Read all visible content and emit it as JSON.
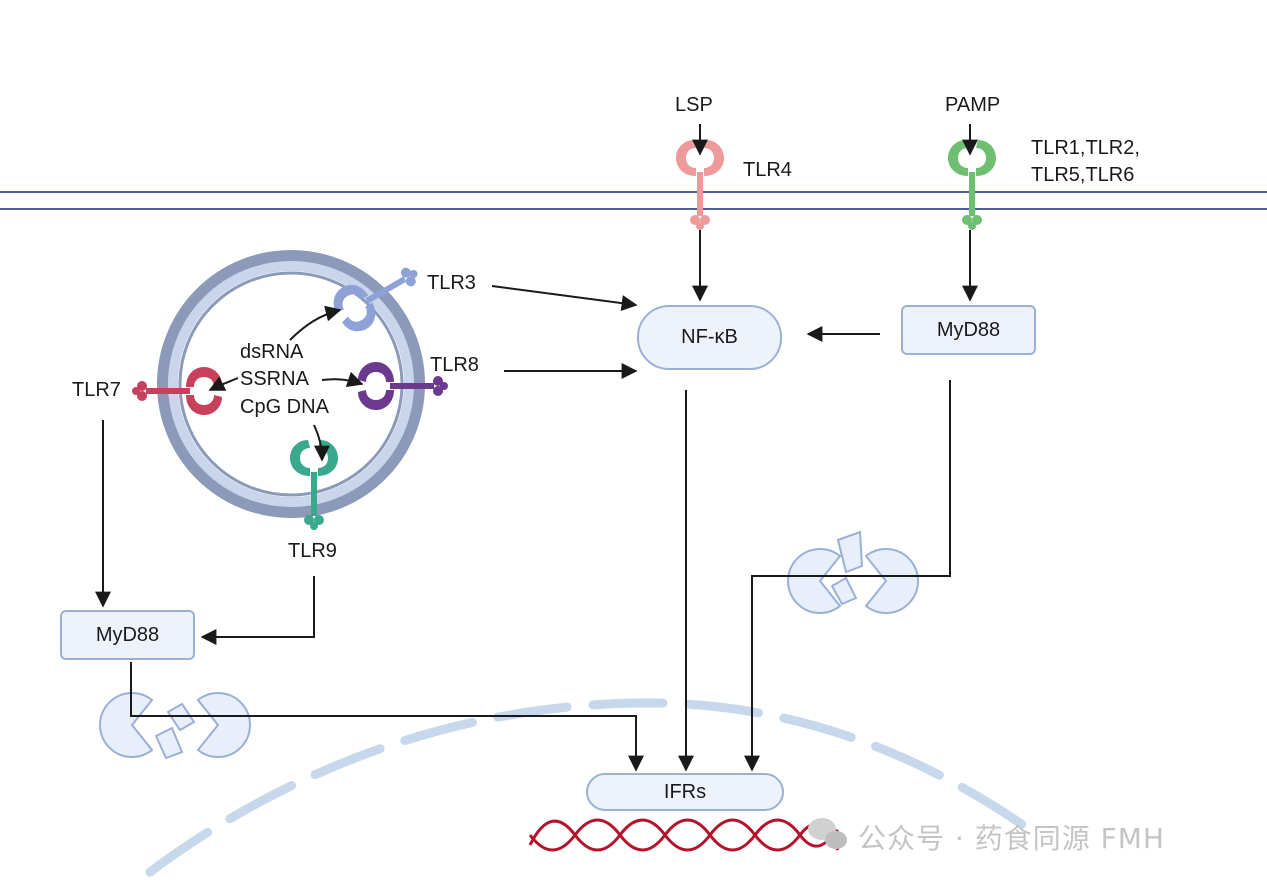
{
  "ligands": {
    "lsp": "LSP",
    "pamp": "PAMP"
  },
  "receptors": {
    "tlr4": "TLR4",
    "tlr1_2_5_6_line1": "TLR1,TLR2,",
    "tlr1_2_5_6_line2": "TLR5,TLR6",
    "tlr3": "TLR3",
    "tlr7": "TLR7",
    "tlr8": "TLR8",
    "tlr9": "TLR9"
  },
  "endosome_ligands": {
    "line1": "dsRNA",
    "line2": "SSRNA",
    "line3": "CpG DNA"
  },
  "nodes": {
    "nfkb": "NF-κB",
    "myd88_right": "MyD88",
    "myd88_left": "MyD88",
    "ifrs": "IFRs"
  },
  "watermark": {
    "text": "公众号 · 药食同源 FMH",
    "icon": "wechat-icon"
  },
  "colors": {
    "membrane": "#4a5f95",
    "tlr4": "#ef9a9a",
    "tlr_surface_green": "#6fbf73",
    "tlr3": "#8ea2d8",
    "tlr7": "#c8415c",
    "tlr8": "#6b3a8f",
    "tlr9": "#3aa88c",
    "node_fill": "#eef3fb",
    "node_border": "#9bb0d6",
    "dna": "#b3132b"
  }
}
